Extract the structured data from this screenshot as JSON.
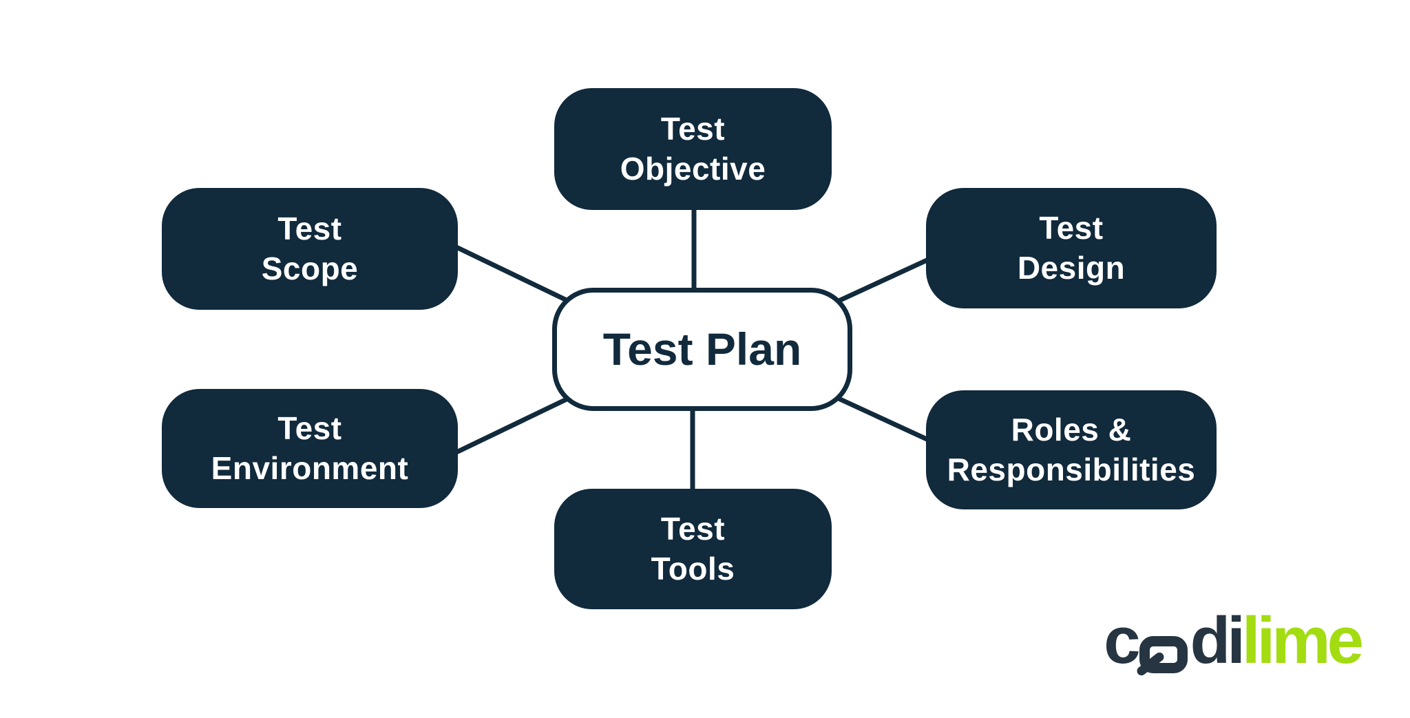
{
  "diagram": {
    "center": {
      "id": "test-plan",
      "label": "Test Plan"
    },
    "nodes": [
      {
        "id": "test-objective",
        "label": "Test\nObjective"
      },
      {
        "id": "test-scope",
        "label": "Test\nScope"
      },
      {
        "id": "test-design",
        "label": "Test\nDesign"
      },
      {
        "id": "test-environment",
        "label": "Test\nEnvironment"
      },
      {
        "id": "roles-responsibilities",
        "label": "Roles &\nResponsibilities"
      },
      {
        "id": "test-tools",
        "label": "Test\nTools"
      }
    ],
    "edges": [
      {
        "from": "test-objective",
        "to": "test-plan"
      },
      {
        "from": "test-scope",
        "to": "test-plan"
      },
      {
        "from": "test-design",
        "to": "test-plan"
      },
      {
        "from": "test-environment",
        "to": "test-plan"
      },
      {
        "from": "roles-responsibilities",
        "to": "test-plan"
      },
      {
        "from": "test-tools",
        "to": "test-plan"
      }
    ]
  },
  "logo": {
    "c": "c",
    "di": "di",
    "lime": "lime"
  },
  "colors": {
    "navy": "#112a3c",
    "logo_navy": "#263541",
    "lime": "#a3dc11",
    "background": "#ffffff"
  }
}
